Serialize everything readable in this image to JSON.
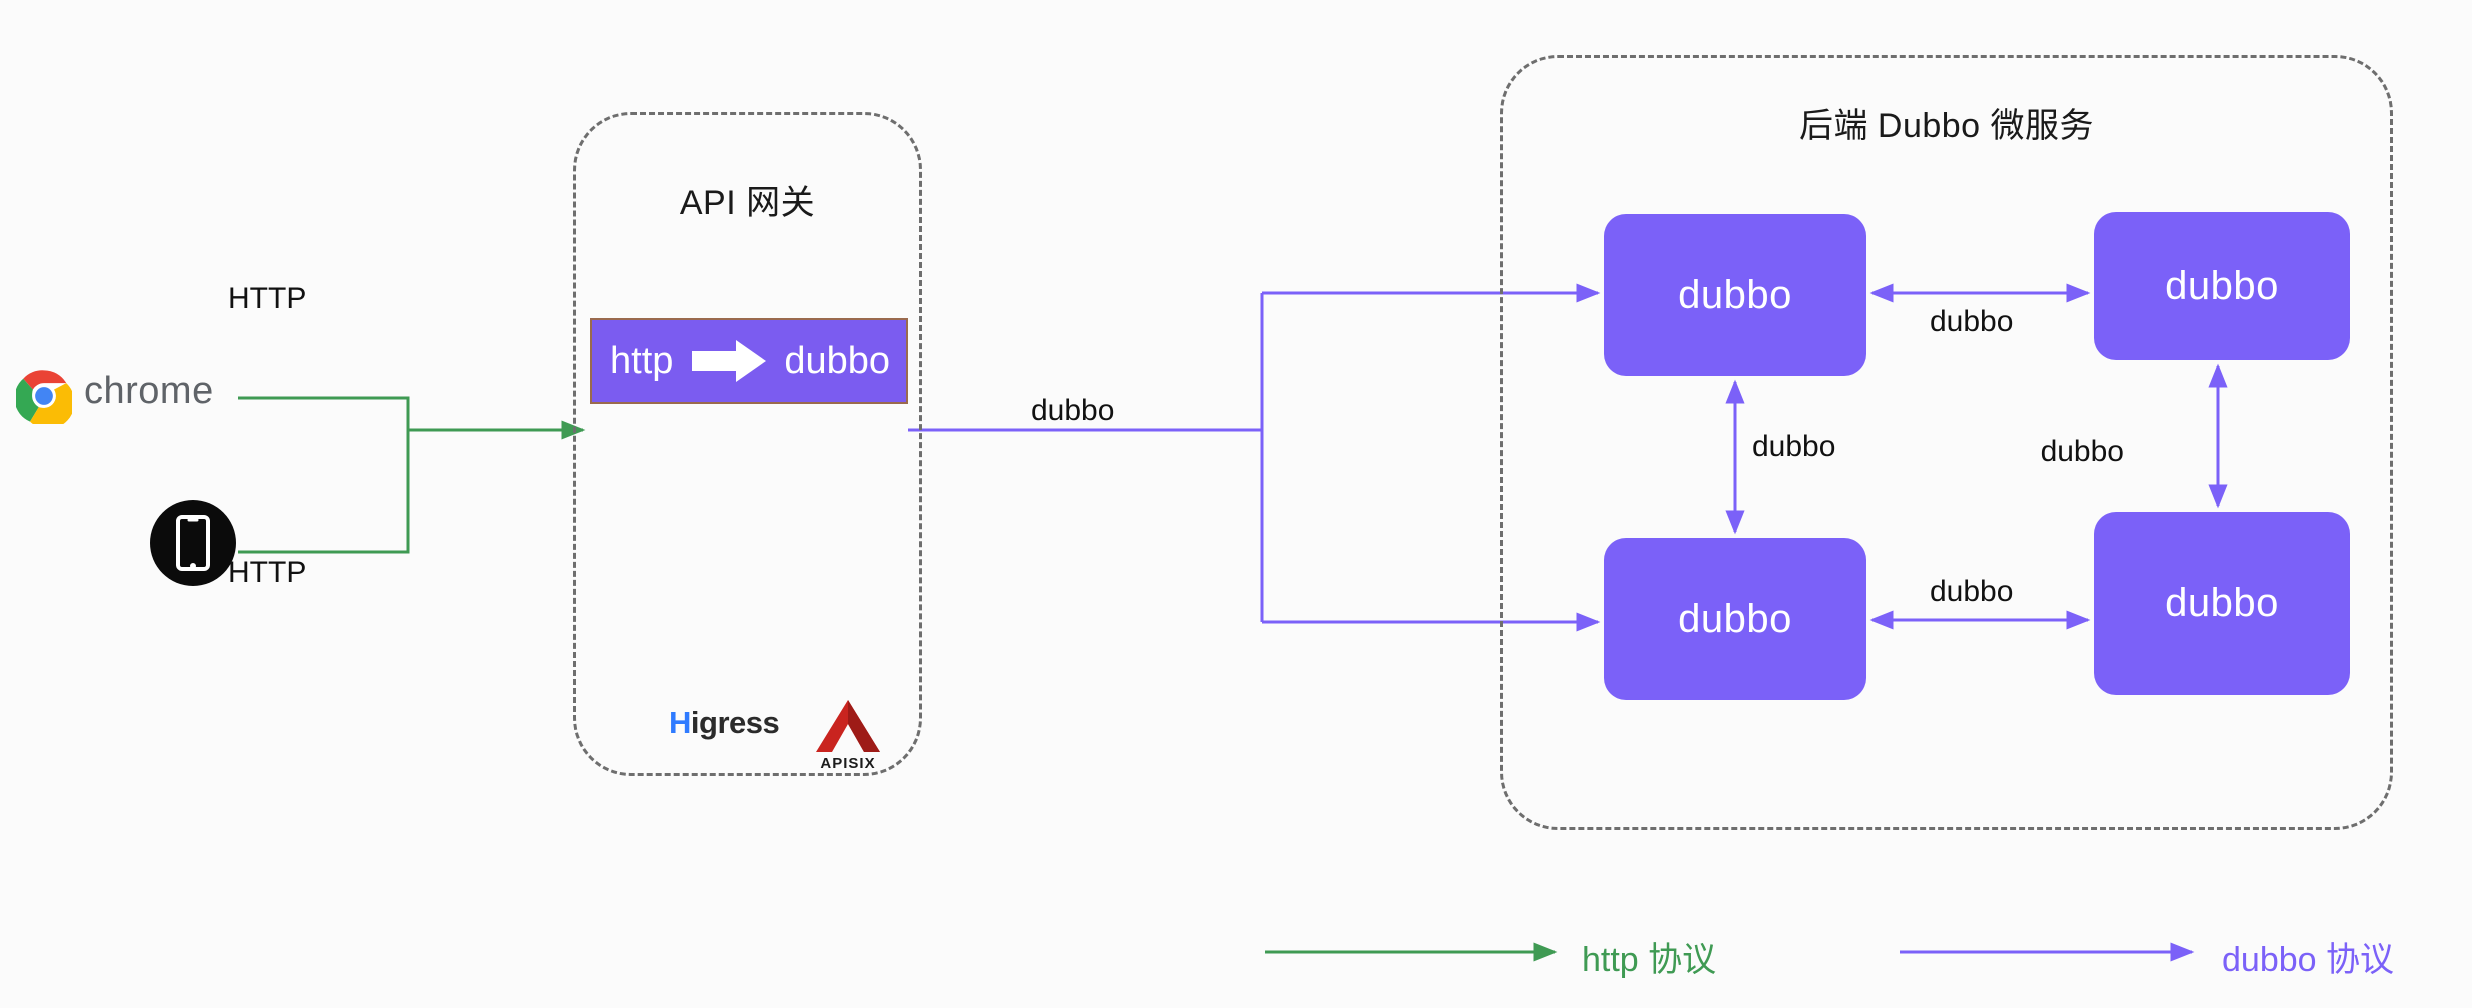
{
  "diagram": {
    "title_gateway": "API 网关",
    "title_backend": "后端 Dubbo 微服务"
  },
  "clients": {
    "browser": {
      "name": "chrome-logo",
      "label": "chrome"
    },
    "mobile": {
      "name": "mobile-phone-icon",
      "label": ""
    }
  },
  "converter": {
    "left_label": "http",
    "arrow": "thick-right-arrow-icon",
    "right_label": "dubbo"
  },
  "logos": {
    "higress": {
      "prefix": "H",
      "suffix": "igress"
    },
    "apisix": {
      "wordmark": "APISIX"
    }
  },
  "nodes": {
    "top_left": "dubbo",
    "top_right": "dubbo",
    "bottom_left": "dubbo",
    "bottom_right": "dubbo"
  },
  "edges": {
    "client_http_top": "HTTP",
    "client_http_bottom": "HTTP",
    "gateway_to_backend": "dubbo",
    "top_row": "dubbo",
    "bottom_row": "dubbo",
    "left_column": "dubbo",
    "right_column": "dubbo"
  },
  "legend": {
    "http_label": "http 协议",
    "dubbo_label": "dubbo 协议"
  },
  "colors": {
    "http_green": "#3f9a53",
    "dubbo_purple": "#7b61f8",
    "node_fill": "#7b61f8",
    "converter_fill": "#7b5cf0",
    "converter_border": "#9a6a4e",
    "dashed_border": "#6e6e6e",
    "apisix_red": "#c9241f",
    "higress_blue": "#2f7bff"
  }
}
